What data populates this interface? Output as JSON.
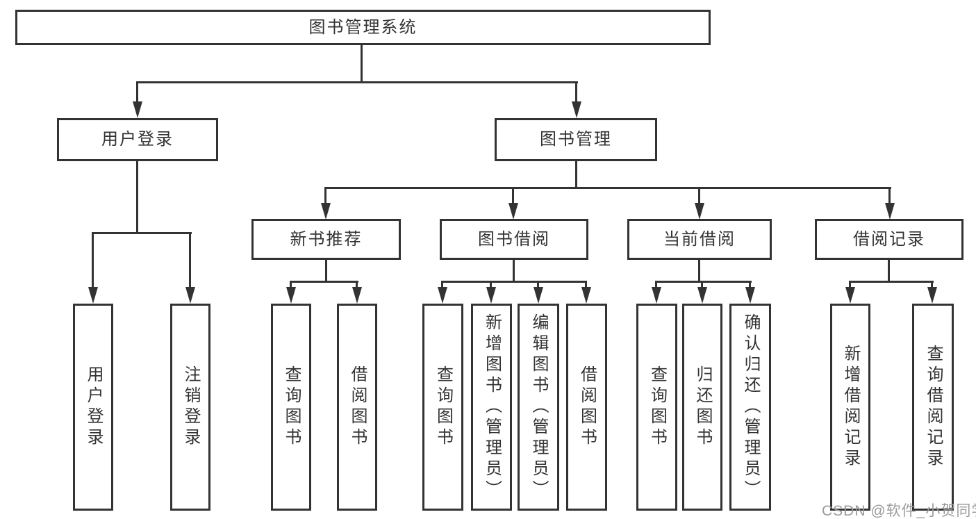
{
  "diagram": {
    "root": {
      "label": "图书管理系统"
    },
    "level1": [
      {
        "label": "用户登录",
        "children": [
          "用户登录",
          "注销登录"
        ]
      },
      {
        "label": "图书管理"
      }
    ],
    "level2": [
      {
        "label": "新书推荐",
        "children": [
          "查询图书",
          "借阅图书"
        ]
      },
      {
        "label": "图书借阅",
        "children": [
          "查询图书",
          "新增图书（管理员）",
          "编辑图书（管理员）",
          "借阅图书"
        ]
      },
      {
        "label": "当前借阅",
        "children": [
          "查询图书",
          "归还图书",
          "确认归还（管理员）"
        ]
      },
      {
        "label": "借阅记录",
        "children": [
          "新增借阅记录",
          "查询借阅记录"
        ]
      }
    ]
  },
  "watermark": {
    "text": "CSDN @软件_小贺同学"
  },
  "colors": {
    "line": "#333333",
    "text": "#333333",
    "background": "#ffffff",
    "watermark": "#9b9b9b"
  }
}
